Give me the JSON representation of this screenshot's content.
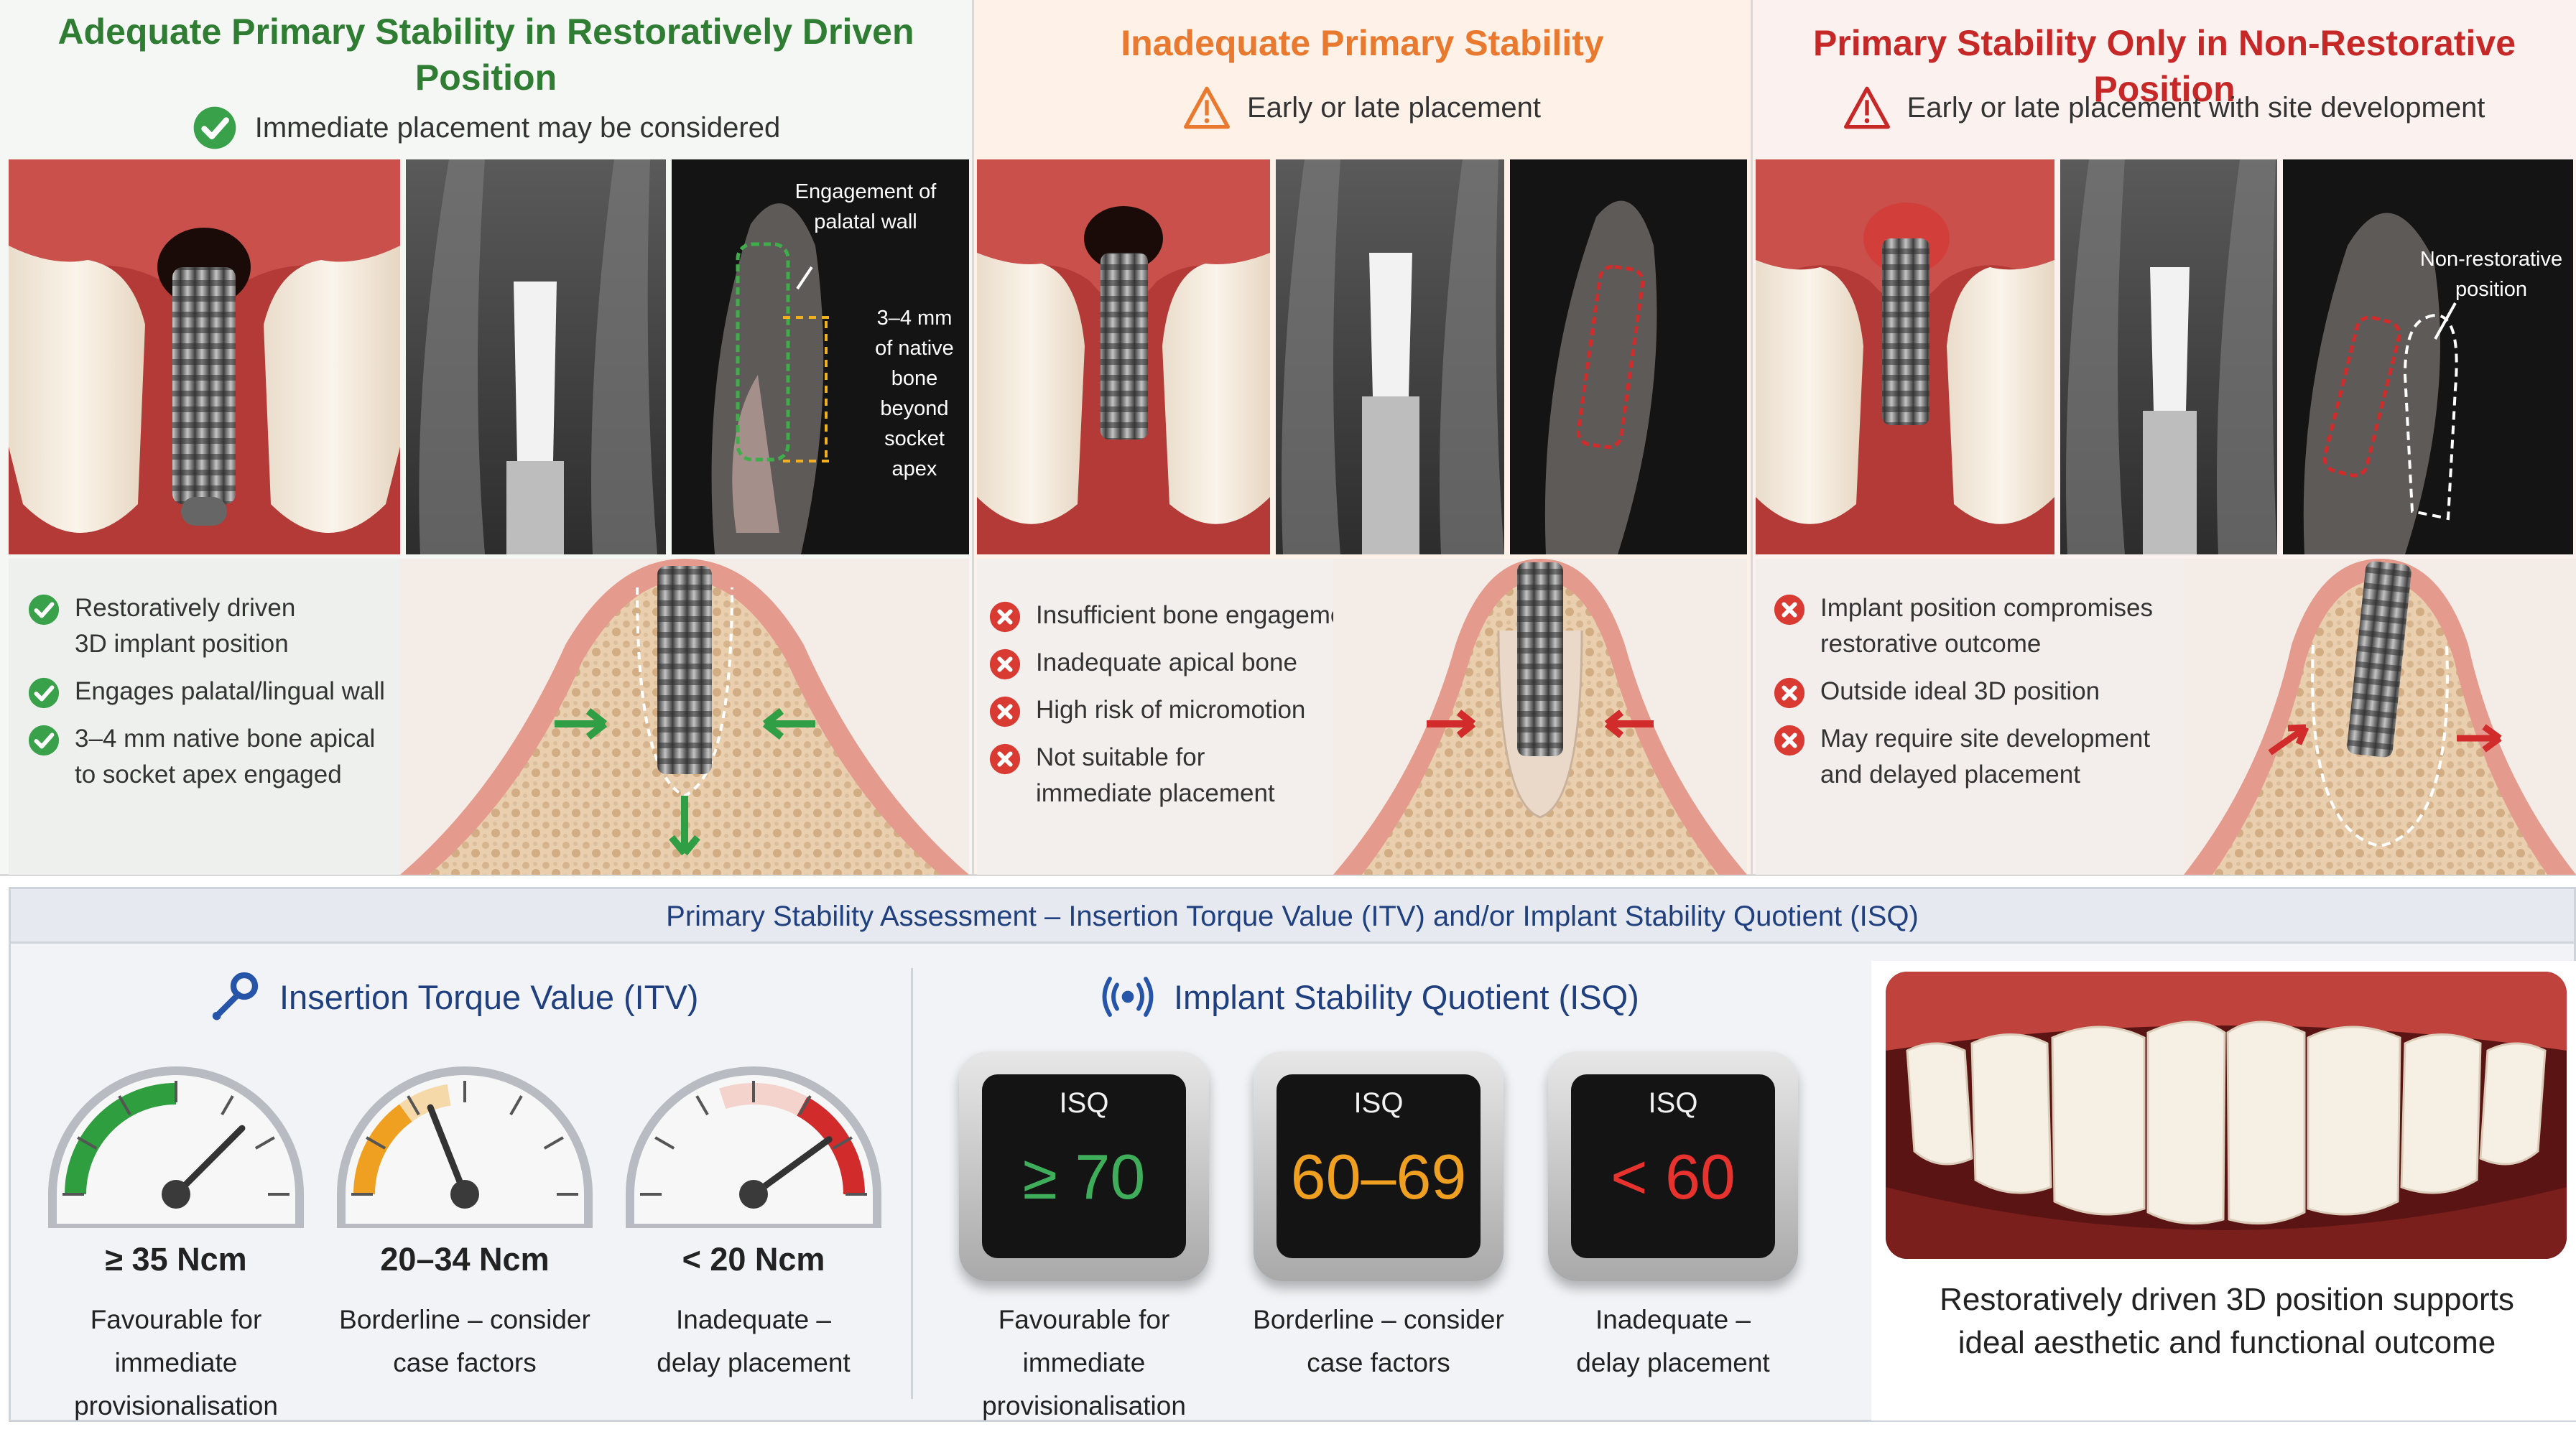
{
  "panels": [
    {
      "title": "Adequate Primary Stability in Restoratively Driven Position",
      "title_color": "#2e7d32",
      "subtitle": "Immediate placement may be considered",
      "subtitle_icon": "check-circle-icon",
      "annotation_lines": [
        "Engagement of",
        "palatal wall"
      ],
      "annotation2_lines": [
        "3–4 mm",
        "of native",
        "bone",
        "beyond",
        "socket",
        "apex"
      ],
      "bullets": [
        {
          "icon": "check-circle-icon",
          "lines": [
            "Restoratively driven",
            "3D implant position"
          ]
        },
        {
          "icon": "check-circle-icon",
          "lines": [
            "Engages palatal/lingual wall"
          ]
        },
        {
          "icon": "check-circle-icon",
          "lines": [
            "3–4 mm native bone apical",
            "to socket apex engaged"
          ]
        }
      ]
    },
    {
      "title": "Inadequate Primary Stability",
      "title_color": "#e8792f",
      "subtitle": "Early or late placement",
      "subtitle_icon": "warning-triangle-icon",
      "bullets": [
        {
          "icon": "x-circle-icon",
          "lines": [
            "Insufficient bone engagement"
          ]
        },
        {
          "icon": "x-circle-icon",
          "lines": [
            "Inadequate apical bone"
          ]
        },
        {
          "icon": "x-circle-icon",
          "lines": [
            "High risk of micromotion"
          ]
        },
        {
          "icon": "x-circle-icon",
          "lines": [
            "Not suitable for",
            "immediate placement"
          ]
        }
      ]
    },
    {
      "title": "Primary Stability Only in Non-Restorative Position",
      "title_color": "#c62828",
      "subtitle": "Early or late placement with site development",
      "subtitle_icon": "warning-triangle-icon",
      "annotation_lines": [
        "Non-restorative",
        "position"
      ],
      "bullets": [
        {
          "icon": "x-circle-icon",
          "lines": [
            "Implant position compromises",
            "restorative outcome"
          ]
        },
        {
          "icon": "x-circle-icon",
          "lines": [
            "Outside ideal 3D position"
          ]
        },
        {
          "icon": "x-circle-icon",
          "lines": [
            "May require site development",
            "and delayed placement"
          ]
        }
      ]
    }
  ],
  "assessment": {
    "title": "Primary Stability Assessment – Insertion Torque Value (ITV) and/or Implant Stability Quotient (ISQ)",
    "itv": {
      "heading": "Insertion Torque Value (ITV)",
      "icon": "wrench-icon",
      "gauges": [
        {
          "value": "≥ 35 Ncm",
          "caption_lines": [
            "Favourable for",
            "immediate provisionalisation"
          ],
          "zone_color": "#2e9e3e",
          "level": 0.75
        },
        {
          "value": "20–34 Ncm",
          "caption_lines": [
            "Borderline – consider",
            "case factors"
          ],
          "zone_color": "#f0a020",
          "level": 0.38
        },
        {
          "value": "< 20 Ncm",
          "caption_lines": [
            "Inadequate –",
            "delay placement"
          ],
          "zone_color": "#d22b2b",
          "level": 0.8
        }
      ]
    },
    "isq": {
      "heading": "Implant Stability Quotient (ISQ)",
      "icon": "vibration-sensor-icon",
      "devices": [
        {
          "label": "ISQ",
          "value": "≥ 70",
          "color": "#3fae5a",
          "caption_lines": [
            "Favourable for",
            "immediate provisionalisation"
          ]
        },
        {
          "label": "ISQ",
          "value": "60–69",
          "color": "#f0a020",
          "caption_lines": [
            "Borderline – consider",
            "case factors"
          ]
        },
        {
          "label": "ISQ",
          "value": "< 60",
          "color": "#e8322e",
          "caption_lines": [
            "Inadequate –",
            "delay placement"
          ]
        }
      ]
    },
    "outcome": {
      "caption_lines": [
        "Restoratively driven 3D position supports",
        "ideal aesthetic and functional outcome"
      ]
    }
  }
}
